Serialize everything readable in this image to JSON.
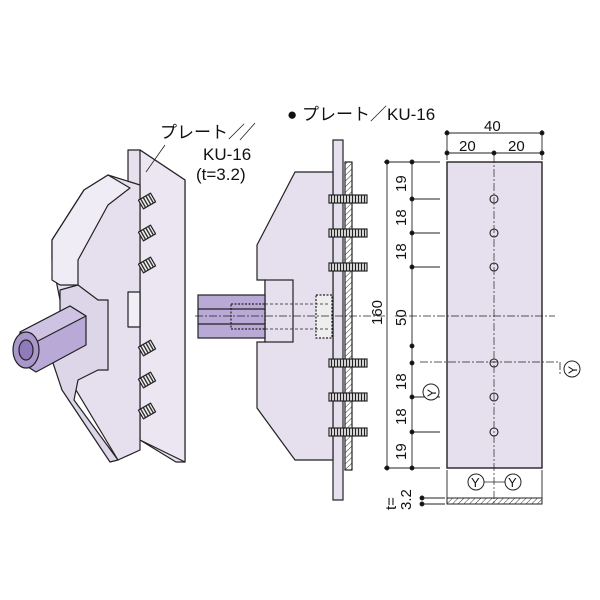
{
  "labels": {
    "left_callout_line1": "プレート／",
    "left_callout_line2": "KU-16",
    "left_callout_line3": "(t=3.2)",
    "middle_title": "● プレート／KU-16"
  },
  "dimensions": {
    "width_total": "40",
    "width_left": "20",
    "width_right": "20",
    "total_height": "160",
    "pitch": [
      "19",
      "18",
      "18",
      "50",
      "18",
      "18",
      "19"
    ],
    "thickness_line1": "t=",
    "thickness_line2": "3.2"
  },
  "section_marks": {
    "right": "Y",
    "left": "Y",
    "bottom_left": "Y",
    "bottom_right": "Y"
  },
  "colors": {
    "plate": "#e6e0ee",
    "nut": "#b9a9d6",
    "line": "#222222"
  }
}
